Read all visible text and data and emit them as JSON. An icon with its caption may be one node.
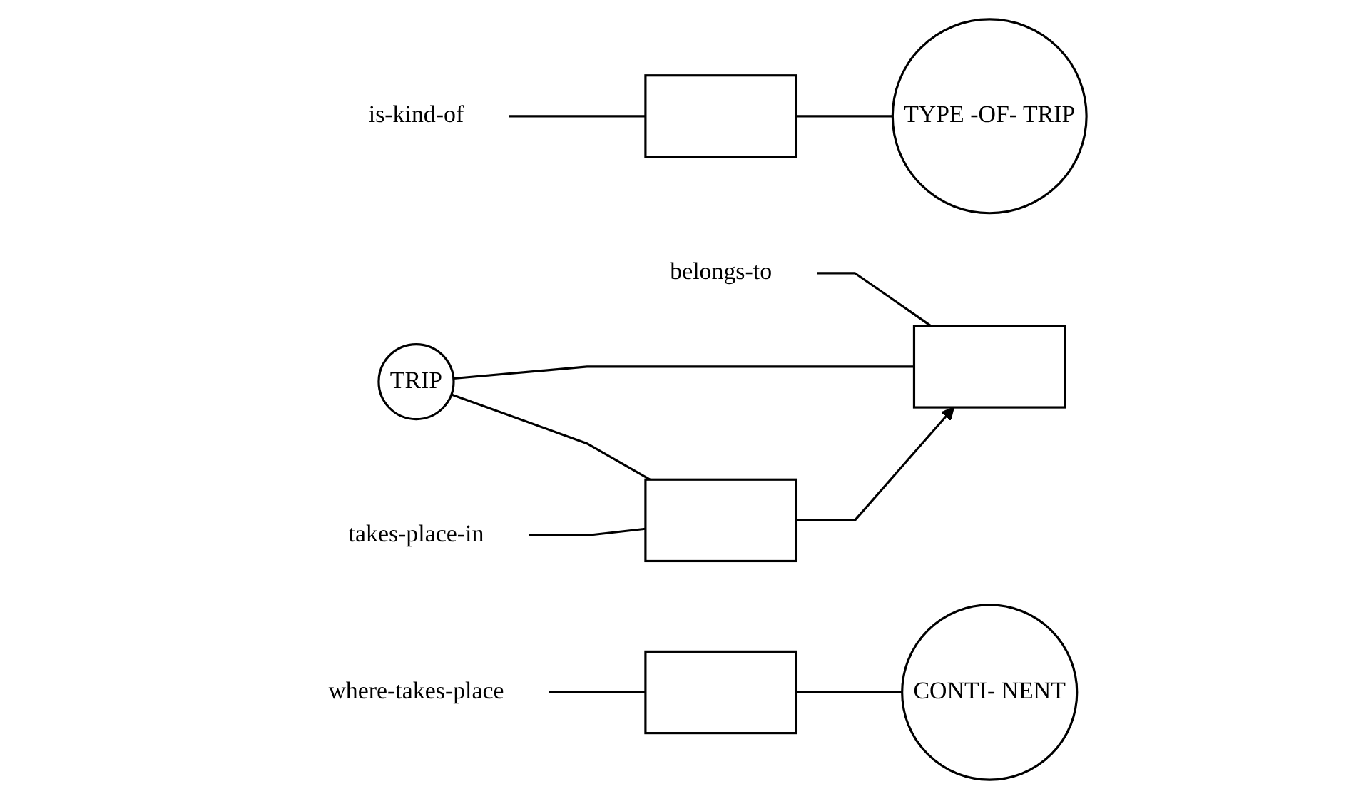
{
  "diagram": {
    "nodes": [
      {
        "text": [
          "belongs-to"
        ]
      },
      {
        "text": [
          "is-kind-of"
        ]
      },
      {
        "text": [],
        "shape": "box"
      },
      {
        "text": [],
        "shape": "box"
      },
      {
        "text": [
          "TYPE -OF- TRIP"
        ]
      },
      {
        "text": [
          "TRIP"
        ]
      },
      {
        "text": [],
        "shape": "box"
      },
      {
        "text": [],
        "shape": "box"
      },
      {
        "text": [
          "CONTI- NENT"
        ]
      },
      {
        "text": [
          "takes-place-in"
        ]
      },
      {
        "text": [
          "where-takes-place"
        ]
      }
    ],
    "edges": [
      {
        "from": 0,
        "to": 2,
        "arrow": "none"
      },
      {
        "from": 1,
        "to": 3,
        "arrow": "none"
      },
      {
        "from": 5,
        "to": 2,
        "arrow": "none"
      },
      {
        "from": 3,
        "to": 4,
        "arrow": "none"
      },
      {
        "from": 5,
        "to": 6,
        "arrow": "none"
      },
      {
        "from": 7,
        "to": 8,
        "arrow": "none"
      },
      {
        "from": 6,
        "to": 2,
        "arrow": "to"
      },
      {
        "from": 9,
        "to": 6,
        "arrow": "none"
      },
      {
        "from": 10,
        "to": 7,
        "arrow": "none"
      }
    ]
  }
}
